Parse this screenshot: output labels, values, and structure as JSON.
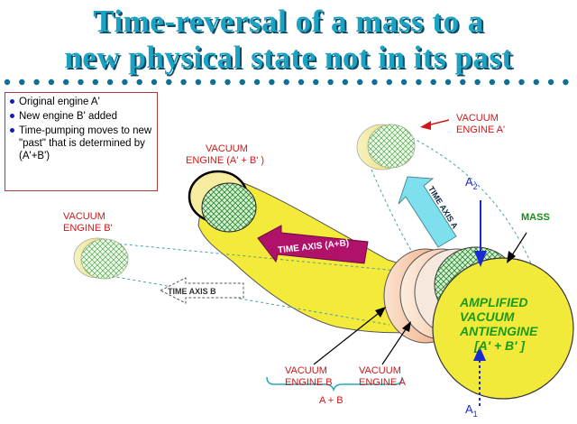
{
  "title": {
    "line1": "Time-reversal of a mass to a",
    "line2": "new physical state not in its past"
  },
  "legend": {
    "items": [
      "Original engine  A'",
      "New engine B' added",
      "Time-pumping moves to new \"past\" that is determined by (A'+B')"
    ]
  },
  "labels": {
    "vacuum_engine_a_prime": [
      "VACUUM",
      "ENGINE  A'"
    ],
    "vacuum_engine_ab_prime": [
      "VACUUM",
      "ENGINE  (A' + B' )"
    ],
    "vacuum_engine_b_prime": [
      "VACUUM",
      "ENGINE  B'"
    ],
    "vacuum_engine_b": [
      "VACUUM",
      "ENGINE  B"
    ],
    "vacuum_engine_a": [
      "VACUUM",
      "ENGINE  A"
    ],
    "time_axis_a": "TIME AXIS A",
    "time_axis_ab": "TIME AXIS (A+B)",
    "time_axis_b": "TIME AXIS B",
    "mass": "MASS",
    "a2": "A",
    "a2_sub": "2",
    "a1": "A",
    "a1_sub": "1",
    "a_plus_b": "A + B",
    "antiengine": [
      "AMPLIFIED",
      "VACUUM",
      "ANTIENGINE",
      "[A' + B' ]"
    ]
  },
  "colors": {
    "title": "#1ca3c4",
    "title_shadow": "#0d4a66",
    "label_red": "#d01818",
    "mass_green": "#1a8a1a",
    "axis_blue": "#1a2ad0",
    "yellow": "#f4ea3a",
    "orange": "#f0a070",
    "magenta": "#b0126a",
    "cyan": "#7ee0ee",
    "hatch": "#2a8a2a"
  }
}
